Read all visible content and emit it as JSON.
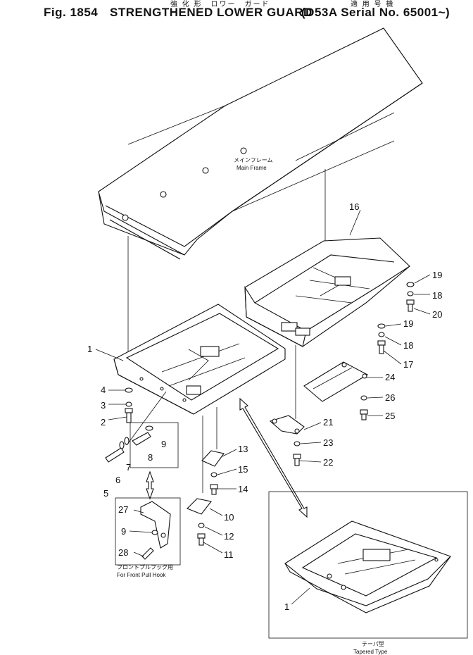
{
  "header": {
    "title_jp": "強 化 形　ロワー　ガード",
    "fig_no": "Fig. 1854",
    "title": "STRENGTHENED LOWER GUARD",
    "serial_jp": "適 用 号 機",
    "serial": "(D53A Serial No. 65001~)"
  },
  "captions": {
    "main_frame_jp": "メインフレーム",
    "main_frame": "Main Frame",
    "front_pull_hook_jp": "フロントプルフック用",
    "front_pull_hook": "For Front Pull Hook",
    "tapered_jp": "テーパ型",
    "tapered": "Tapered Type"
  },
  "parts": {
    "p1": "1",
    "p1b": "1",
    "p2": "2",
    "p3": "3",
    "p4": "4",
    "p5": "5",
    "p6": "6",
    "p7": "7",
    "p8": "8",
    "p9": "9",
    "p9b": "9",
    "p10": "10",
    "p11": "11",
    "p12": "12",
    "p13": "13",
    "p14": "14",
    "p15": "15",
    "p16": "16",
    "p17": "17",
    "p18": "18",
    "p18b": "18",
    "p19": "19",
    "p19b": "19",
    "p20": "20",
    "p21": "21",
    "p22": "22",
    "p23": "23",
    "p24": "24",
    "p25": "25",
    "p26": "26",
    "p27": "27",
    "p28": "28"
  }
}
